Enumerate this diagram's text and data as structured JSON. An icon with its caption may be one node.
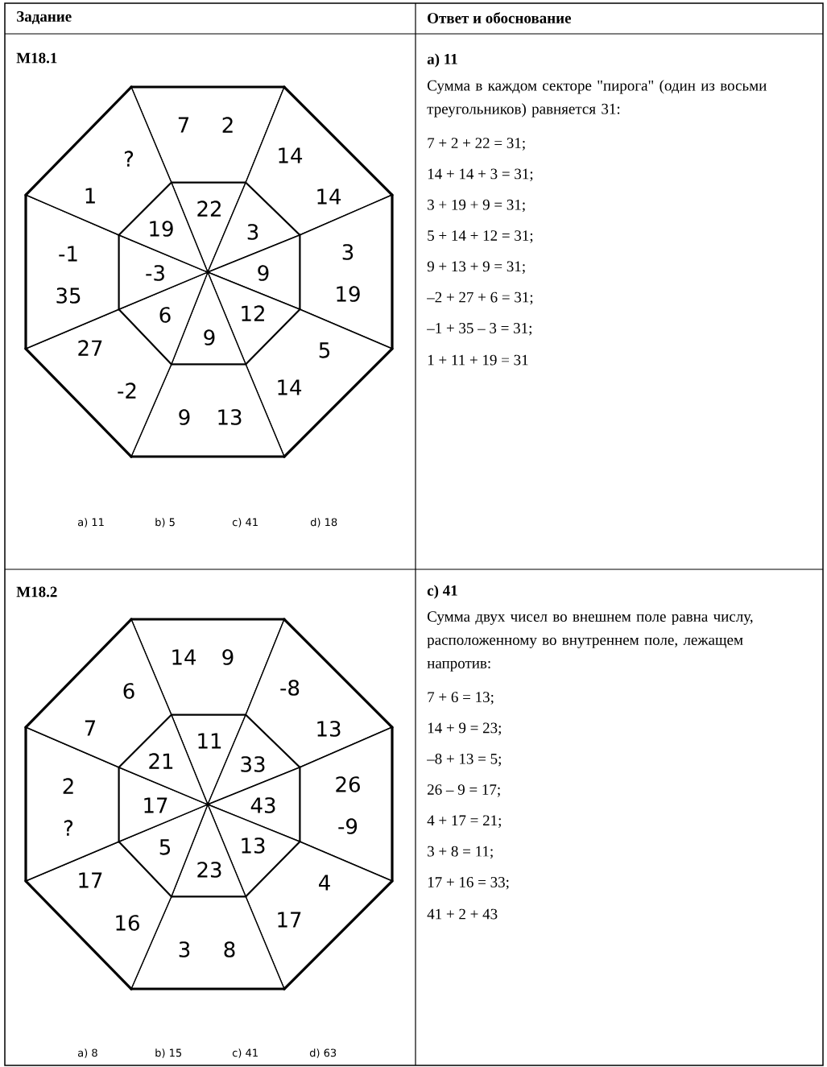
{
  "diagram": {
    "nodes": [
      {
        "text": [
          "7",
          "2"
        ]
      },
      {
        "text": [
          "14",
          "14"
        ]
      },
      {
        "text": [
          "3",
          "19"
        ]
      },
      {
        "text": [
          "5",
          "14"
        ]
      },
      {
        "text": [
          "9",
          "13"
        ]
      },
      {
        "text": [
          "27",
          "-2"
        ]
      },
      {
        "text": [
          "-1",
          "35"
        ]
      },
      {
        "text": [
          "?",
          "1"
        ]
      },
      {
        "text": [
          "22"
        ]
      },
      {
        "text": [
          "3"
        ]
      },
      {
        "text": [
          "9"
        ]
      },
      {
        "text": [
          "12"
        ]
      },
      {
        "text": [
          "9"
        ]
      },
      {
        "text": [
          "6"
        ]
      },
      {
        "text": [
          "-3"
        ]
      },
      {
        "text": [
          "19"
        ]
      },
      {
        "text": [
          "14",
          "9"
        ]
      },
      {
        "text": [
          "-8",
          "13"
        ]
      },
      {
        "text": [
          "26",
          "-9"
        ]
      },
      {
        "text": [
          "4",
          "17"
        ]
      },
      {
        "text": [
          "3",
          "8"
        ]
      },
      {
        "text": [
          "17",
          "16"
        ]
      },
      {
        "text": [
          "2",
          "?"
        ]
      },
      {
        "text": [
          "6",
          "7"
        ]
      },
      {
        "text": [
          "11"
        ]
      },
      {
        "text": [
          "33"
        ]
      },
      {
        "text": [
          "43"
        ]
      },
      {
        "text": [
          "13"
        ]
      },
      {
        "text": [
          "23"
        ]
      },
      {
        "text": [
          "5"
        ]
      },
      {
        "text": [
          "17"
        ]
      },
      {
        "text": [
          "21"
        ]
      }
    ],
    "labels": [
      "Задание",
      "Ответ и обоснование",
      "M18.1",
      "a) 11",
      "b) 5",
      "c) 41",
      "d) 18",
      "a) 11",
      "Сумма в каждом секторе \"пирога\" (один из восьми треугольников) равняется 31:",
      "7 + 2 + 22 = 31;",
      "14 + 14 + 3 = 31;",
      "3 + 19 + 9 = 31;",
      "5 + 14 + 12 = 31;",
      "9 + 13 + 9 = 31;",
      "–2 + 27 + 6 = 31;",
      "–1 + 35 – 3 = 31;",
      "1 + 11 + 19 = 31",
      "M18.2",
      "a) 8",
      "b) 15",
      "c) 41",
      "d) 63",
      "c) 41",
      "Сумма двух чисел во внешнем поле равна числу, расположенному во внутреннем поле, лежащем напротив:",
      "7 + 6 = 13;",
      "14 + 9 = 23;",
      "–8 + 13 = 5;",
      "26 – 9 = 17;",
      "4 + 17 = 21;",
      "3 + 8 = 11;",
      "17 + 16 = 33;",
      "41 + 2 + 43"
    ]
  }
}
